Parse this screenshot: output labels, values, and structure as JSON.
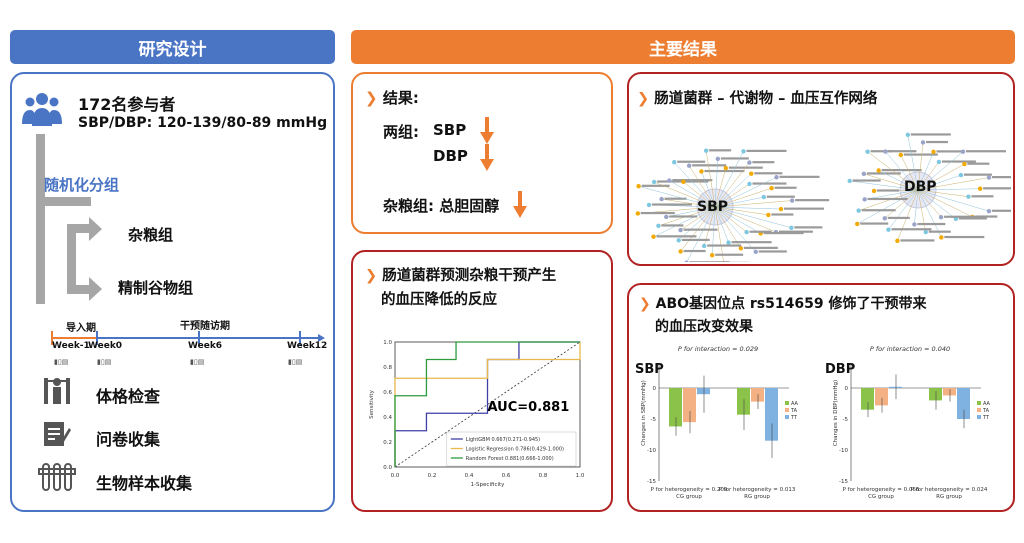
{
  "header": {
    "design": "研究设计",
    "results": "主要结果"
  },
  "design": {
    "participants": "172名参与者",
    "criteria": "SBP/DBP: 120-139/80-89 mmHg",
    "randomize": "随机化分组",
    "group1": "杂粮组",
    "group2": "精制谷物组",
    "timeline": {
      "runin": "导入期",
      "followup": "干预随访期",
      "weeks": [
        "Week-1",
        "Week0",
        "Week6",
        "Week12"
      ]
    },
    "activities": [
      "体格检查",
      "问卷收集",
      "生物样本收集"
    ]
  },
  "results": {
    "title": "结果:",
    "two_groups": "两组:",
    "sbp": "SBP",
    "dbp": "DBP",
    "grain_group": "杂粮组: 总胆固醇"
  },
  "roc": {
    "title1": "肠道菌群预测杂粮干预产生",
    "title2": "的血压降低的反应",
    "auc": "AUC=0.881",
    "xlabel": "1-Specificity",
    "ylabel": "Sensitivity",
    "ticks": [
      "0.0",
      "0.2",
      "0.4",
      "0.6",
      "0.8",
      "1.0"
    ],
    "legend": [
      {
        "label": "LightGBM 0.667(0.271-0.945)",
        "color": "#3f3fa6"
      },
      {
        "label": "Logistic Regression 0.786(0.429-1.000)",
        "color": "#e8b84a"
      },
      {
        "label": "Random Forest 0.881(0.666-1.000)",
        "color": "#2e9a3e"
      }
    ]
  },
  "network": {
    "title": "肠道菌群 – 代谢物 – 血压互作网络",
    "sbp": "SBP",
    "dbp": "DBP"
  },
  "abo": {
    "title1": "ABO基因位点 rs514659 修饰了干预带来",
    "title2": "的血压改变效果",
    "sbp_label": "SBP",
    "dbp_label": "DBP",
    "sbp_interaction": "P for interaction = 0.029",
    "dbp_interaction": "P for interaction = 0.040",
    "sbp_ylabel": "Changes in SBP(mmHg)",
    "dbp_ylabel": "Changes in DBP(mmHg)",
    "sbp_het_cg": "P for heterogeneity = 0.209",
    "sbp_het_rg": "P for heterogeneity = 0.013",
    "dbp_het_cg": "P for heterogeneity = 0.066",
    "dbp_het_rg": "P for heterogeneity = 0.024",
    "cg": "CG group",
    "rg": "RG group",
    "legend": [
      "AA",
      "TA",
      "TT"
    ],
    "yticks": [
      "0",
      "-5",
      "-10",
      "-15"
    ]
  },
  "chart_data": [
    {
      "type": "bar",
      "title": "P for interaction = 0.029",
      "ylabel": "Changes in SBP(mmHg)",
      "categories": [
        "CG group",
        "RG group"
      ],
      "ylim": [
        -15,
        0
      ],
      "series": [
        {
          "name": "AA",
          "values": [
            -6.2,
            -4.3
          ]
        },
        {
          "name": "TA",
          "values": [
            -5.5,
            -2.2
          ]
        },
        {
          "name": "TT",
          "values": [
            -1.0,
            -8.5
          ]
        }
      ]
    },
    {
      "type": "bar",
      "title": "P for interaction = 0.040",
      "ylabel": "Changes in DBP(mmHg)",
      "categories": [
        "CG group",
        "RG group"
      ],
      "ylim": [
        -15,
        0
      ],
      "series": [
        {
          "name": "AA",
          "values": [
            -3.5,
            -2.0
          ]
        },
        {
          "name": "TA",
          "values": [
            -2.8,
            -1.2
          ]
        },
        {
          "name": "TT",
          "values": [
            0.2,
            -5.0
          ]
        }
      ]
    },
    {
      "type": "line",
      "xlabel": "1-Specificity",
      "ylabel": "Sensitivity",
      "xlim": [
        0,
        1
      ],
      "ylim": [
        0,
        1
      ],
      "series": [
        {
          "name": "LightGBM 0.667(0.271-0.945)",
          "x": [
            0,
            0,
            0.17,
            0.17,
            0.5,
            0.5,
            0.67,
            0.67,
            1
          ],
          "y": [
            0,
            0.29,
            0.29,
            0.43,
            0.43,
            0.86,
            0.86,
            1,
            1
          ]
        },
        {
          "name": "Logistic Regression 0.786(0.429-1.000)",
          "x": [
            0,
            0,
            0.17,
            0.17,
            0.5,
            0.5,
            1,
            1
          ],
          "y": [
            0,
            0.71,
            0.71,
            0.71,
            0.71,
            0.86,
            0.86,
            1
          ]
        },
        {
          "name": "Random Forest 0.881(0.666-1.000)",
          "x": [
            0,
            0,
            0.17,
            0.17,
            0.33,
            0.33,
            1,
            1
          ],
          "y": [
            0,
            0.57,
            0.57,
            0.86,
            0.86,
            1,
            1,
            1
          ]
        }
      ]
    }
  ]
}
